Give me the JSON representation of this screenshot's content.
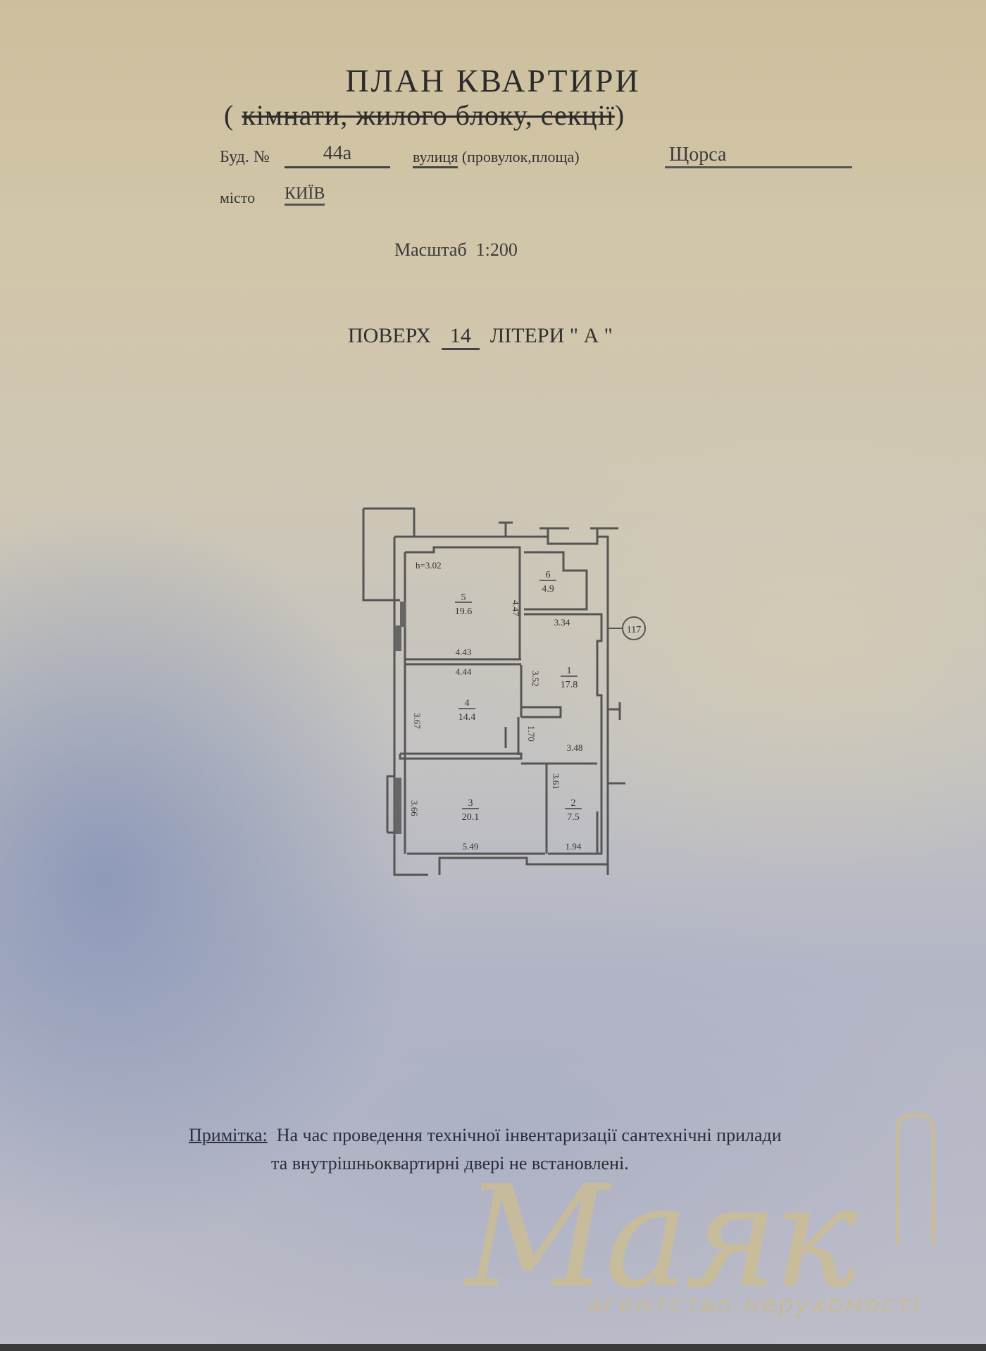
{
  "document": {
    "title": "ПЛАН   КВАРТИРИ",
    "subtitle_open": "( ",
    "subtitle_struck": "кімнати, жилого  блоку, секції",
    "subtitle_close": ")",
    "building_label": "Буд. №",
    "building_number": "44а",
    "street_label_underlined": "вулиця",
    "street_label_rest": " (провулок,площа)",
    "street_value": "Щорса",
    "city_label": "місто",
    "city_value": "КИЇВ",
    "scale_label": "Масштаб",
    "scale_value": "1:200",
    "floor_label": "ПОВЕРХ",
    "floor_value": "14",
    "letter_label": "ЛІТЕРИ \" А \"",
    "note_label": "Примітка:",
    "note_line1": "На час проведення технічної інвентаризації сантехнічні прилади",
    "note_line2": "та внутрішньоквартирні двері не встановлені."
  },
  "floor_plan": {
    "ceiling_height": "h=3.02",
    "marker": "117",
    "rooms": [
      {
        "number": "1",
        "area": "17.8"
      },
      {
        "number": "2",
        "area": "7.5"
      },
      {
        "number": "3",
        "area": "20.1"
      },
      {
        "number": "4",
        "area": "14.4"
      },
      {
        "number": "5",
        "area": "19.6"
      },
      {
        "number": "6",
        "area": "4.9"
      }
    ],
    "dimensions": {
      "room5_height": "4.47",
      "room5_width": "4.43",
      "room4_width": "4.44",
      "room4_height": "3.67",
      "corridor_height": "3.52",
      "hall_height": "1.70",
      "room6_width": "3.34",
      "room1_width": "3.48",
      "room2_height": "3.61",
      "room3_height": "3.66",
      "room3_width": "5.49",
      "room2_width": "1.94"
    }
  },
  "watermark": {
    "brand": "Маяк",
    "tagline": "агентство нерухомості",
    "color": "#cdbe8c"
  }
}
